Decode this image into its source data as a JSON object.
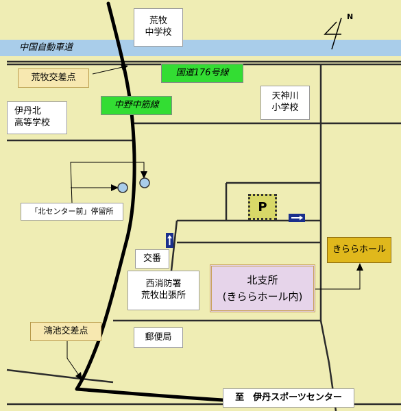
{
  "labels": {
    "expressway": "中国自動車道",
    "route176": "国道176号線",
    "nakano_line": "中野中筋線",
    "aramaki_jhs": [
      "荒牧",
      "中学校"
    ],
    "aramaki_crossing": "荒牧交差点",
    "itami_kita_hs": [
      "伊丹北",
      "高等学校"
    ],
    "amakamigawa_es": [
      "天神川",
      "小学校"
    ],
    "bus_stop": "「北センター前」停留所",
    "parking": "P",
    "police_box": "交番",
    "fire_station": [
      "西消防署",
      "荒牧出張所"
    ],
    "kita_branch": [
      "北支所",
      "(きららホール内)"
    ],
    "kirara_hall": "きららホール",
    "kounoike_crossing": "鴻池交差点",
    "post_office": "郵便局",
    "to_sports_center": "至　伊丹スポーツセンター",
    "north": "N"
  },
  "colors": {
    "map_background": "#efedb4",
    "expressway": "#a9cdea",
    "road_label_green": "#33dd33",
    "building_label_tan": "#f7e8b0",
    "branch_office": "#e6d4ea",
    "kirara_hall": "#e0b81c",
    "bus_stop_marker": "#a9cdea",
    "one_way_arrow": "#1a2f8c"
  },
  "icons": {
    "north_arrow": "north-arrow-icon",
    "bus_stop": "bus-stop-icon",
    "one_way": "one-way-arrow-icon",
    "parking": "parking-icon"
  }
}
